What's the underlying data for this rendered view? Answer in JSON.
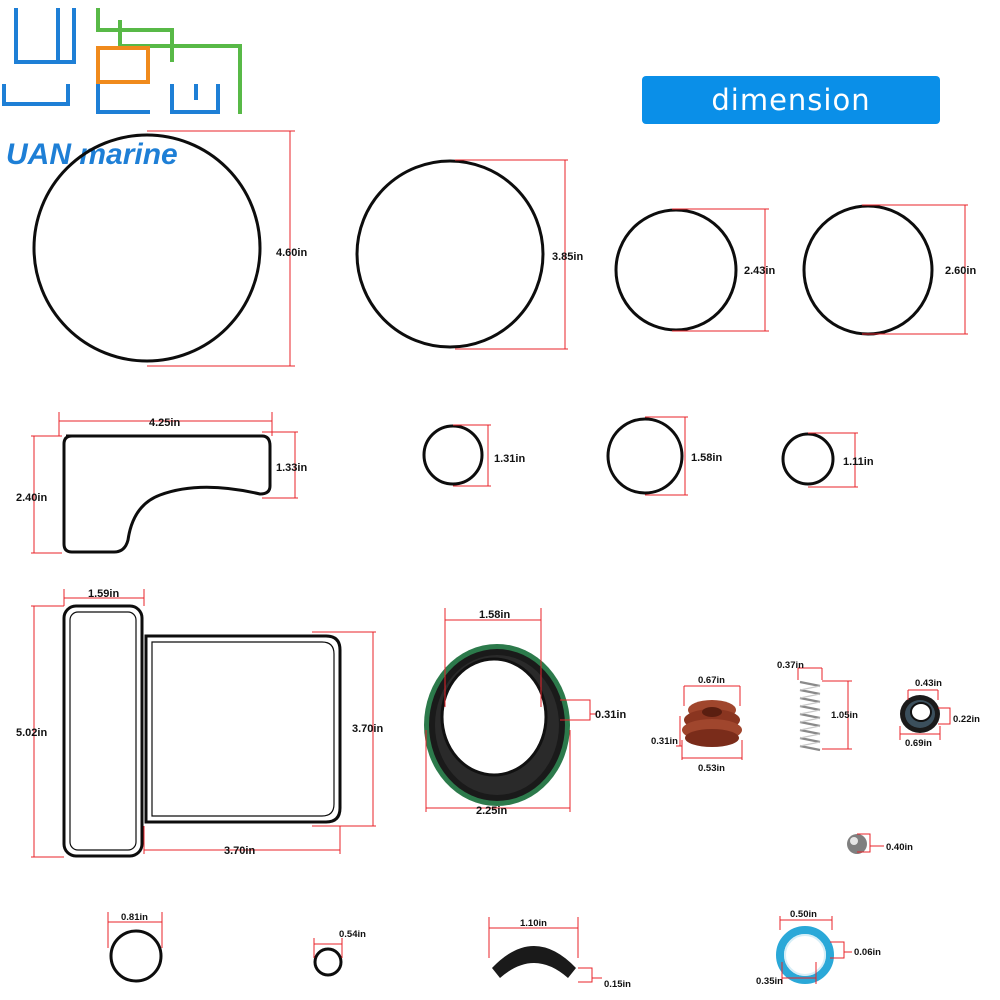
{
  "brand": {
    "name": "UAN marine",
    "colors": {
      "blue": "#1e7fd6",
      "orange": "#f08a1c",
      "green": "#58b947"
    }
  },
  "banner": {
    "text": "dimension",
    "color": "#0a8fe8"
  },
  "dimension_color": "#e8232a",
  "labels": {
    "ring_460": "4.60in",
    "ring_385": "3.85in",
    "ring_243": "2.43in",
    "ring_260": "2.60in",
    "gasket_width": "4.25in",
    "gasket_height": "2.40in",
    "gasket_tab": "1.33in",
    "ring_131": "1.31in",
    "ring_158": "1.58in",
    "ring_111": "1.11in",
    "left_gasket_width": "1.59in",
    "left_gasket_height": "5.02in",
    "right_gasket_height": "3.70in",
    "right_gasket_width": "3.70in",
    "seal_inner": "1.58in",
    "seal_outer": "2.25in",
    "seal_thickness": "0.31in",
    "bellows_top": "0.67in",
    "bellows_height": "0.31in",
    "bellows_bottom": "0.53in",
    "spring_width": "0.37in",
    "spring_length": "1.05in",
    "small_seal_top": "0.43in",
    "small_seal_side": "0.22in",
    "small_seal_bottom": "0.69in",
    "ball": "0.40in",
    "ring_081": "0.81in",
    "ring_054": "0.54in",
    "arc_width": "1.10in",
    "arc_thickness": "0.15in",
    "blue_ring_top": "0.50in",
    "blue_ring_side": "0.06in",
    "blue_ring_bottom": "0.35in"
  }
}
